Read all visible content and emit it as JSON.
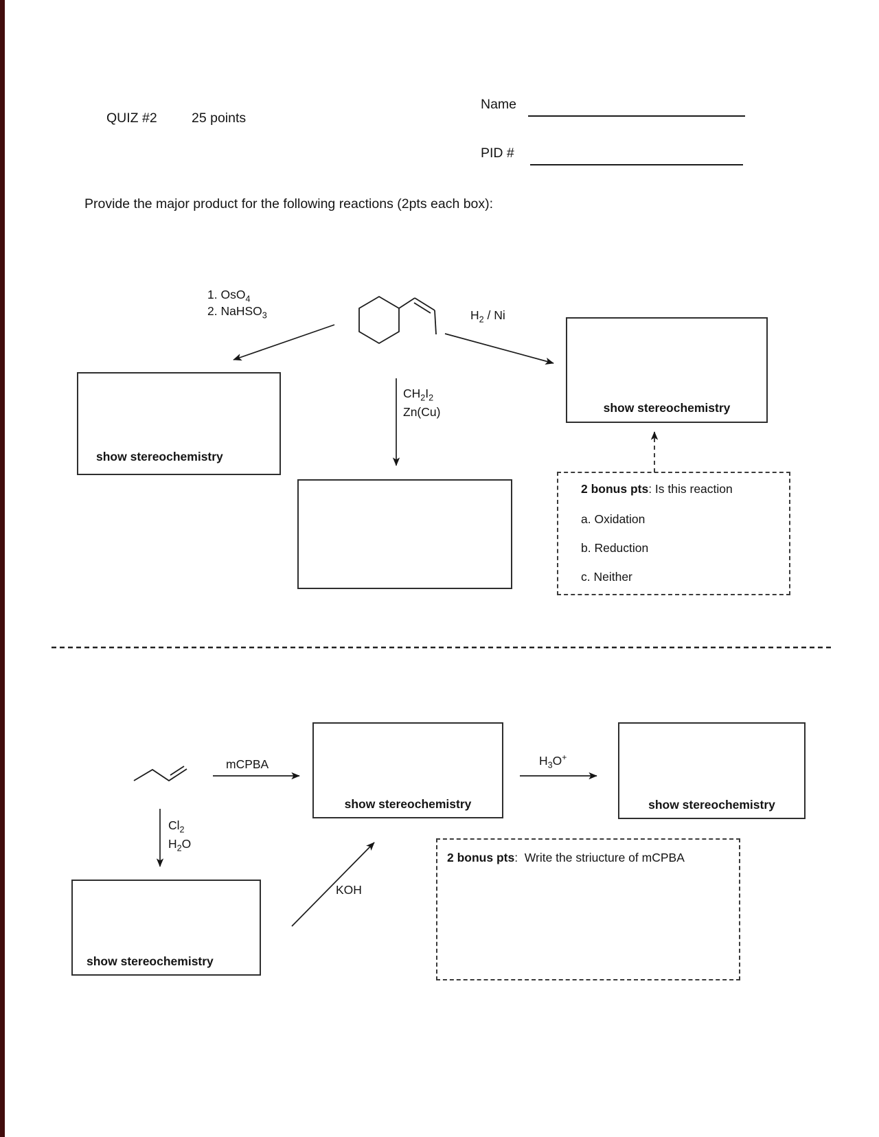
{
  "page": {
    "quiz_title": "QUIZ #2",
    "points_label": "25 points",
    "name_label": "Name",
    "pid_label": "PID #",
    "instructions": "Provide the major product for the following reactions (2pts each box):"
  },
  "scheme1": {
    "molecule_name": "cis-1-propenylcyclohexane",
    "reagent_osmium": {
      "step1_main": "1. OsO",
      "step1_sub": "4",
      "step2_main": "2. NaHSO",
      "step2_sub": "3"
    },
    "reagent_hydrogenation": {
      "h": "H",
      "h_sub": "2",
      "rest": " / Ni"
    },
    "reagent_simmons_smith": {
      "p1": "CH",
      "s1": "2",
      "p2": "I",
      "s2": "2",
      "line2": "Zn(Cu)"
    },
    "answer_left_caption": "show stereochemistry",
    "answer_right_caption": "show stereochemistry",
    "bonus": {
      "points_bold": "2 bonus pts",
      "prompt_rest": ": Is this reaction",
      "option_a": "a. Oxidation",
      "option_b": "b. Reduction",
      "option_c": "c. Neither"
    }
  },
  "scheme2": {
    "molecule_name": "1-butene",
    "reagent_mcpba": "mCPBA",
    "reagent_chlorine_water": {
      "p1": "Cl",
      "s1": "2",
      "p2": "H",
      "s2": "2",
      "p3": "O"
    },
    "reagent_koh": "KOH",
    "reagent_hydronium": {
      "p1": "H",
      "s1": "3",
      "p2": "O",
      "sup": "+"
    },
    "answer_left_caption": "show stereochemistry",
    "answer_mid_caption": "show stereochemistry",
    "answer_right_caption": "show stereochemistry",
    "bonus": {
      "points_bold": "2 bonus pts",
      "prompt_rest": ":  Write the striucture of mCPBA"
    }
  }
}
